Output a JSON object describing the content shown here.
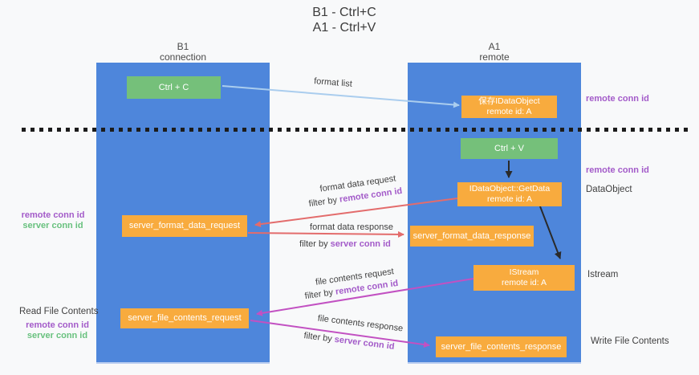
{
  "title": {
    "line1": "B1 - Ctrl+C",
    "line2": "A1 - Ctrl+V"
  },
  "columns": {
    "left": {
      "header_line1": "B1",
      "header_line2": "connection"
    },
    "right": {
      "header_line1": "A1",
      "header_line2": "remote"
    }
  },
  "nodes": {
    "ctrl_c": "Ctrl + C",
    "ctrl_v": "Ctrl + V",
    "save_idataobject_line1": "保存IDataObject",
    "save_idataobject_line2": "remote id: A",
    "getdata_line1": "IDataObject::GetData",
    "getdata_line2": "remote id: A",
    "istream_line1": "IStream",
    "istream_line2": "remote id: A",
    "server_format_data_request": "server_format_data_request",
    "server_format_data_response": "server_format_data_response",
    "server_file_contents_request": "server_file_contents_request",
    "server_file_contents_response": "server_file_contents_response"
  },
  "edges": {
    "format_list": "format list",
    "format_data_request": "format data request",
    "format_data_response": "format data response",
    "file_contents_request": "file contents request",
    "file_contents_response": "file contents response",
    "filter_by": "filter by ",
    "remote_conn_id": "remote conn id",
    "server_conn_id": "server conn id"
  },
  "side_labels": {
    "right_remote_conn_id_top": "remote conn id",
    "right_remote_conn_id_mid": "remote conn id",
    "dataobject": "DataObject",
    "istream": "Istream",
    "write_file_contents": "Write File Contents",
    "left_remote_conn_id": "remote conn id",
    "left_server_conn_id": "server conn id",
    "read_file_contents": "Read File Contents",
    "read_remote_conn_id": "remote conn id",
    "read_server_conn_id": "server conn id"
  },
  "colors": {
    "column_blue": "#4e86db",
    "green_box": "#75c07a",
    "orange_box": "#f8ab3e",
    "light_blue_arrow": "#aacdee",
    "red_arrow": "#e36c6c",
    "magenta_arrow": "#c251c2",
    "purple_text": "#a35bc9",
    "green_text": "#68c17e",
    "ink": "#3c3c3c",
    "bg": "#f8f9fa"
  }
}
